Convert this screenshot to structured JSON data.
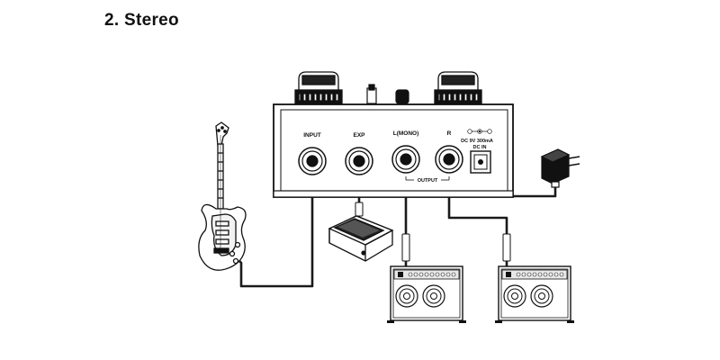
{
  "section": {
    "title": "2. Stereo"
  },
  "pedal": {
    "jacks": {
      "input": "INPUT",
      "exp": "EXP",
      "left": "L(MONO)",
      "right": "R"
    },
    "output_label": "OUTPUT",
    "power_spec": "DC 9V 300mA",
    "dc_in": "DC IN"
  },
  "devices": [
    "guitar",
    "expression-pedal",
    "amplifier-left",
    "amplifier-right",
    "power-adapter"
  ],
  "colors": {
    "line": "#111111",
    "cable": "#1a1a1a",
    "fill": "#ffffff",
    "shade": "#d9d9d9"
  }
}
